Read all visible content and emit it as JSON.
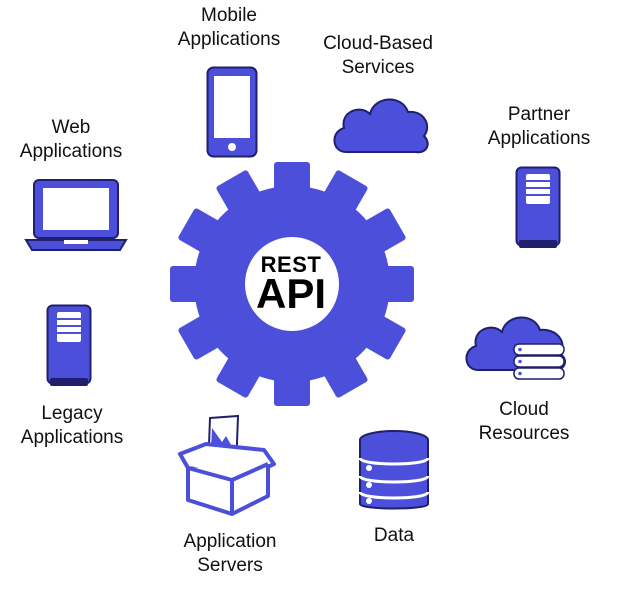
{
  "colors": {
    "primary": "#4b4fd9",
    "outline": "#1f1f6e",
    "background": "#ffffff"
  },
  "center": {
    "line1": "REST",
    "line2": "API",
    "icon": "gear-icon"
  },
  "nodes": [
    {
      "id": "mobile",
      "label_line1": "Mobile",
      "label_line2": "Applications",
      "icon": "smartphone-icon"
    },
    {
      "id": "cloud-services",
      "label_line1": "Cloud-Based",
      "label_line2": "Services",
      "icon": "cloud-icon"
    },
    {
      "id": "partner",
      "label_line1": "Partner",
      "label_line2": "Applications",
      "icon": "server-tower-icon"
    },
    {
      "id": "cloud-resources",
      "label_line1": "Cloud",
      "label_line2": "Resources",
      "icon": "cloud-storage-icon"
    },
    {
      "id": "data",
      "label_line1": "Data",
      "label_line2": "",
      "icon": "database-icon"
    },
    {
      "id": "app-servers",
      "label_line1": "Application",
      "label_line2": "Servers",
      "icon": "open-box-icon"
    },
    {
      "id": "legacy",
      "label_line1": "Legacy",
      "label_line2": "Applications",
      "icon": "server-tower-icon"
    },
    {
      "id": "web",
      "label_line1": "Web",
      "label_line2": "Applications",
      "icon": "laptop-icon"
    }
  ]
}
